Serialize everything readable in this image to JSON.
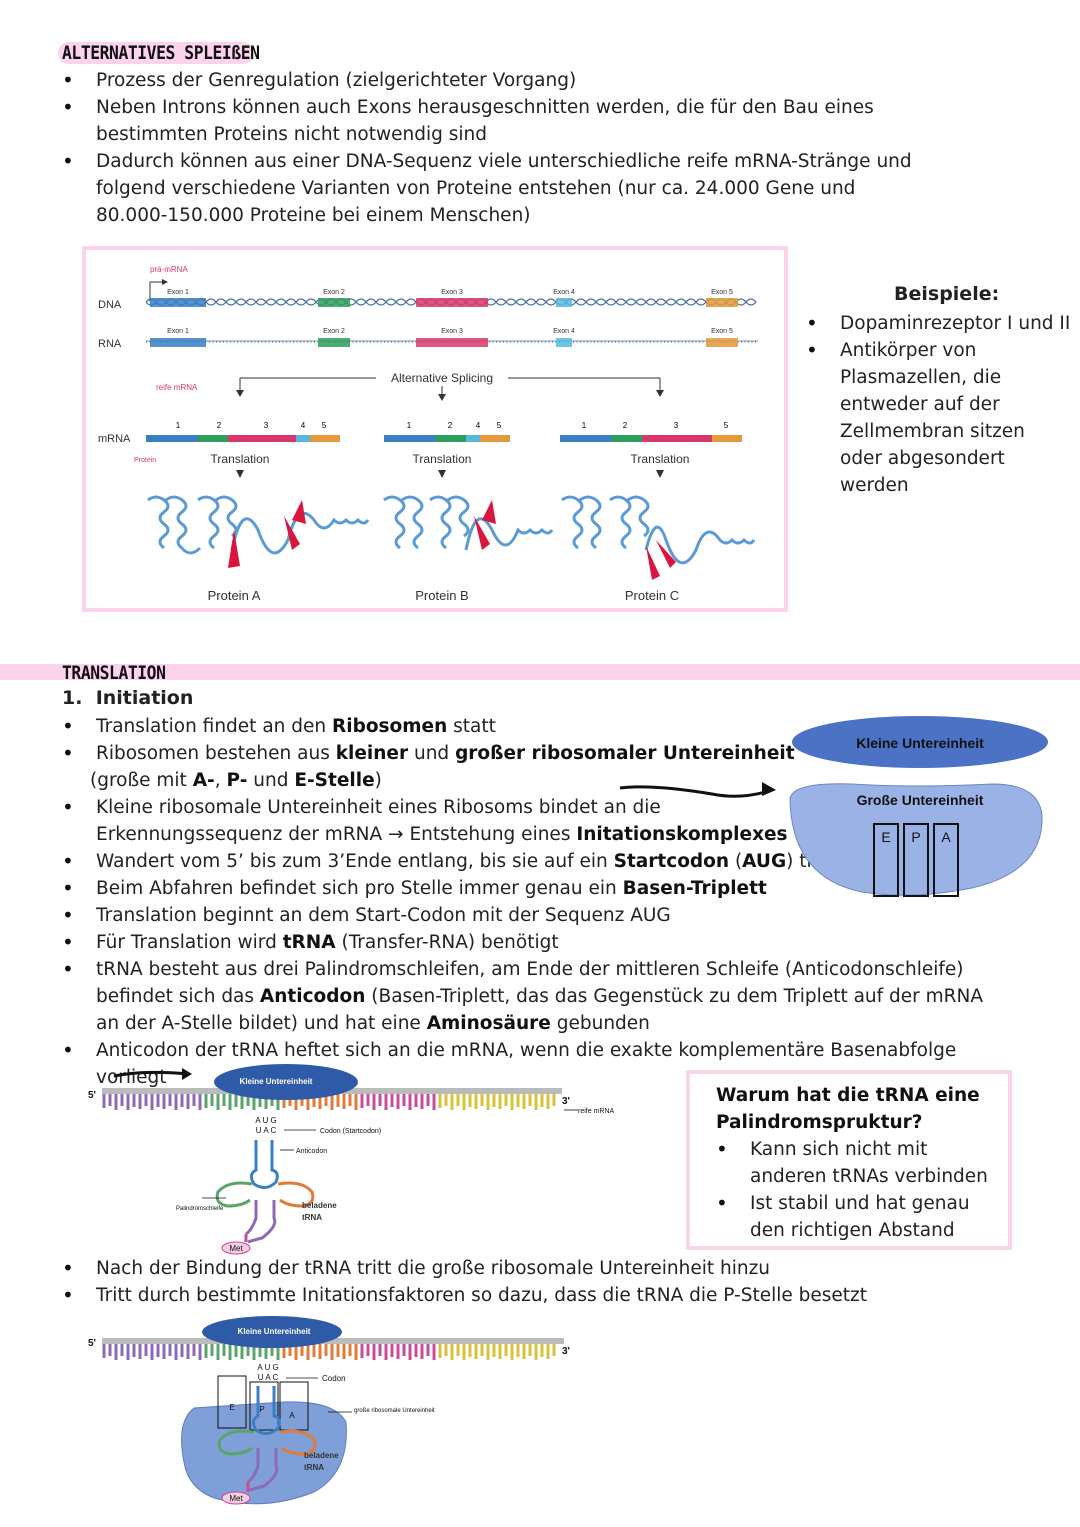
{
  "section1": {
    "title": "ALTERNATIVES SPLEIßEN",
    "bullets": [
      "Prozess der Genregulation (zielgerichteter Vorgang)",
      "Neben Introns können auch Exons herausgeschnitten werden, die für den Bau eines bestimmten Proteins nicht notwendig sind",
      "Dadurch können aus einer DNA-Sequenz viele unterschiedliche reife mRNA-Stränge und folgend verschiedene Varianten von Proteine entstehen (nur ca. 24.000 Gene und 80.000-150.000 Proteine bei einem Menschen)"
    ]
  },
  "figure1": {
    "pre_mrna": "prä-mRNA",
    "dna": "DNA",
    "rna": "RNA",
    "mrna": "mRNA",
    "exons_dna": [
      "Exon 1",
      "Exon 2",
      "Exon 3",
      "Exon 4",
      "Exon 5"
    ],
    "exons_rna": [
      "Exon 1",
      "Exon 2",
      "Exon 3",
      "Exon 4",
      "Exon 5"
    ],
    "reife_mrna": "reife mRNA",
    "alt_splicing": "Alternative Splicing",
    "protein_note": "Protein",
    "translation": "Translation",
    "numbers_a": [
      "1",
      "2",
      "3",
      "4",
      "5"
    ],
    "numbers_b": [
      "1",
      "2",
      "4",
      "5"
    ],
    "numbers_c": [
      "1",
      "2",
      "3",
      "5"
    ],
    "proteins": [
      "Protein A",
      "Protein B",
      "Protein C"
    ],
    "colors": {
      "exon1": "#3a7fc4",
      "exon2": "#2e9e5b",
      "exon3": "#d9386a",
      "exon4": "#57b8e0",
      "exon5": "#e39a3b"
    }
  },
  "examples": {
    "heading": "Beispiele:",
    "items": [
      "Dopaminrezeptor I und II",
      "Antikörper von Plasmazellen, die entweder auf der Zellmembran sitzen oder abgesondert werden"
    ]
  },
  "section2": {
    "title": "TRANSLATION",
    "subtitle_num": "1.",
    "subtitle": "Initiation"
  },
  "ribosome": {
    "small": "Kleine Untereinheit",
    "large": "Große Untereinheit",
    "sites": [
      "E",
      "P",
      "A"
    ]
  },
  "question_box": {
    "heading": "Warum hat die tRNA eine Palindromspruktur?",
    "items": [
      "Kann sich nicht mit anderen tRNAs verbinden",
      "Ist stabil und hat genau den richtigen Abstand"
    ]
  },
  "diagram2": {
    "five": "5'",
    "three": "3'",
    "small": "Kleine Untereinheit",
    "reife_mrna": "reife mRNA",
    "codon_seq": "A U G",
    "anticodon_seq": "U A C",
    "codon": "Codon (Startcodon)",
    "anticodon": "Anticodon",
    "palindrom": "Palindromschleife",
    "beladene": "beladene",
    "trna": "tRNA",
    "met": "Met"
  },
  "diagram3": {
    "five": "5'",
    "three": "3'",
    "small": "Kleine Untereinheit",
    "codon_seq": "A U G",
    "anticodon_seq": "U A C",
    "codon": "Codon",
    "large": "große ribosomale Untereinheit",
    "beladene": "beladene",
    "trna": "tRNA",
    "met": "Met",
    "sites": [
      "E",
      "P",
      "A"
    ]
  },
  "bullets_after": [
    "Nach der Bindung der tRNA tritt die große ribosomale Untereinheit hinzu",
    "Tritt durch bestimmte Initationsfaktoren so dazu, dass die tRNA die P-Stelle besetzt"
  ]
}
